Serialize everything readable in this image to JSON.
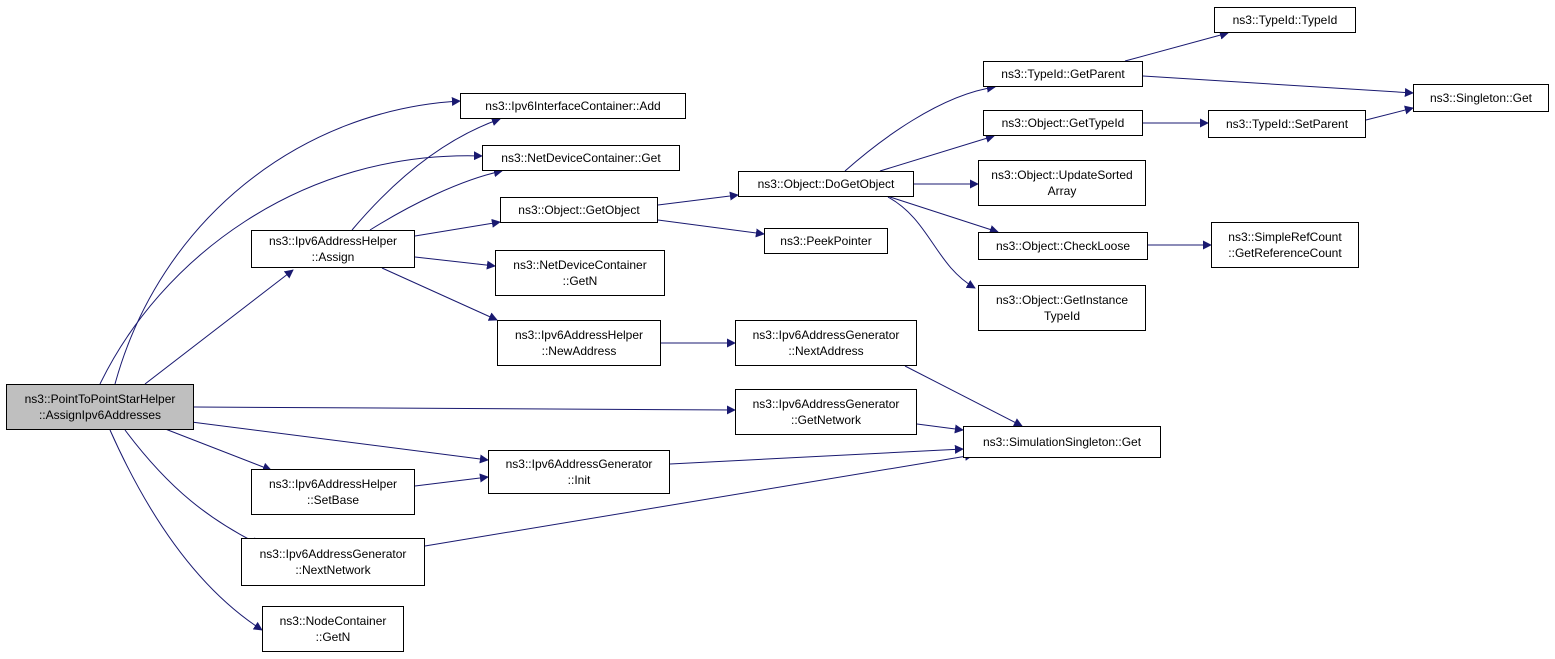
{
  "colors": {
    "edge": "#191970",
    "root_fill": "#bfbfbf",
    "node_fill": "#ffffff",
    "border": "#000000"
  },
  "nodes": [
    {
      "id": "root",
      "lines": [
        "ns3::PointToPointStarHelper",
        "::AssignIpv6Addresses"
      ],
      "root": true
    },
    {
      "id": "ipv6ic_add",
      "lines": [
        "ns3::Ipv6InterfaceContainer::Add"
      ]
    },
    {
      "id": "ndc_get",
      "lines": [
        "ns3::NetDeviceContainer::Get"
      ]
    },
    {
      "id": "ipv6ah_assign",
      "lines": [
        "ns3::Ipv6AddressHelper",
        "::Assign"
      ]
    },
    {
      "id": "obj_getobject",
      "lines": [
        "ns3::Object::GetObject"
      ]
    },
    {
      "id": "ndc_getn",
      "lines": [
        "ns3::NetDeviceContainer",
        "::GetN"
      ]
    },
    {
      "id": "ipv6ah_newaddress",
      "lines": [
        "ns3::Ipv6AddressHelper",
        "::NewAddress"
      ]
    },
    {
      "id": "obj_dogetobject",
      "lines": [
        "ns3::Object::DoGetObject"
      ]
    },
    {
      "id": "peekpointer",
      "lines": [
        "ns3::PeekPointer"
      ]
    },
    {
      "id": "ipv6ag_nextaddress",
      "lines": [
        "ns3::Ipv6AddressGenerator",
        "::NextAddress"
      ]
    },
    {
      "id": "ipv6ag_getnetwork",
      "lines": [
        "ns3::Ipv6AddressGenerator",
        "::GetNetwork"
      ]
    },
    {
      "id": "ipv6ag_init",
      "lines": [
        "ns3::Ipv6AddressGenerator",
        "::Init"
      ]
    },
    {
      "id": "ipv6ah_setbase",
      "lines": [
        "ns3::Ipv6AddressHelper",
        "::SetBase"
      ]
    },
    {
      "id": "ipv6ag_nextnetwork",
      "lines": [
        "ns3::Ipv6AddressGenerator",
        "::NextNetwork"
      ]
    },
    {
      "id": "nc_getn",
      "lines": [
        "ns3::NodeContainer",
        "::GetN"
      ]
    },
    {
      "id": "simsingleton_get",
      "lines": [
        "ns3::SimulationSingleton::Get"
      ]
    },
    {
      "id": "typeid_getparent",
      "lines": [
        "ns3::TypeId::GetParent"
      ]
    },
    {
      "id": "typeid_typeid",
      "lines": [
        "ns3::TypeId::TypeId"
      ]
    },
    {
      "id": "singleton_get",
      "lines": [
        "ns3::Singleton::Get"
      ]
    },
    {
      "id": "obj_gettypeid",
      "lines": [
        "ns3::Object::GetTypeId"
      ]
    },
    {
      "id": "typeid_setparent",
      "lines": [
        "ns3::TypeId::SetParent"
      ]
    },
    {
      "id": "obj_updatesortedarray",
      "lines": [
        "ns3::Object::UpdateSorted",
        "Array"
      ]
    },
    {
      "id": "obj_checkloose",
      "lines": [
        "ns3::Object::CheckLoose"
      ]
    },
    {
      "id": "src_getreferencecount",
      "lines": [
        "ns3::SimpleRefCount",
        "::GetReferenceCount"
      ]
    },
    {
      "id": "obj_getinstancetypeid",
      "lines": [
        "ns3::Object::GetInstance",
        "TypeId"
      ]
    }
  ],
  "edges": [
    [
      "root",
      "ipv6ic_add"
    ],
    [
      "root",
      "ndc_get"
    ],
    [
      "root",
      "ipv6ah_assign"
    ],
    [
      "root",
      "ipv6ag_getnetwork"
    ],
    [
      "root",
      "ipv6ag_init"
    ],
    [
      "root",
      "ipv6ah_setbase"
    ],
    [
      "root",
      "ipv6ag_nextnetwork"
    ],
    [
      "root",
      "nc_getn"
    ],
    [
      "ipv6ah_assign",
      "ipv6ic_add"
    ],
    [
      "ipv6ah_assign",
      "ndc_get"
    ],
    [
      "ipv6ah_assign",
      "obj_getobject"
    ],
    [
      "ipv6ah_assign",
      "ndc_getn"
    ],
    [
      "ipv6ah_assign",
      "ipv6ah_newaddress"
    ],
    [
      "obj_getobject",
      "obj_dogetobject"
    ],
    [
      "obj_getobject",
      "peekpointer"
    ],
    [
      "obj_dogetobject",
      "typeid_getparent"
    ],
    [
      "obj_dogetobject",
      "obj_gettypeid"
    ],
    [
      "obj_dogetobject",
      "obj_updatesortedarray"
    ],
    [
      "obj_dogetobject",
      "obj_checkloose"
    ],
    [
      "obj_dogetobject",
      "obj_getinstancetypeid"
    ],
    [
      "typeid_getparent",
      "typeid_typeid"
    ],
    [
      "typeid_getparent",
      "singleton_get"
    ],
    [
      "obj_gettypeid",
      "typeid_setparent"
    ],
    [
      "typeid_setparent",
      "singleton_get"
    ],
    [
      "obj_checkloose",
      "src_getreferencecount"
    ],
    [
      "ipv6ah_newaddress",
      "ipv6ag_nextaddress"
    ],
    [
      "ipv6ag_nextaddress",
      "simsingleton_get"
    ],
    [
      "ipv6ag_getnetwork",
      "simsingleton_get"
    ],
    [
      "ipv6ag_init",
      "simsingleton_get"
    ],
    [
      "ipv6ah_setbase",
      "ipv6ag_init"
    ],
    [
      "ipv6ag_nextnetwork",
      "simsingleton_get"
    ]
  ]
}
